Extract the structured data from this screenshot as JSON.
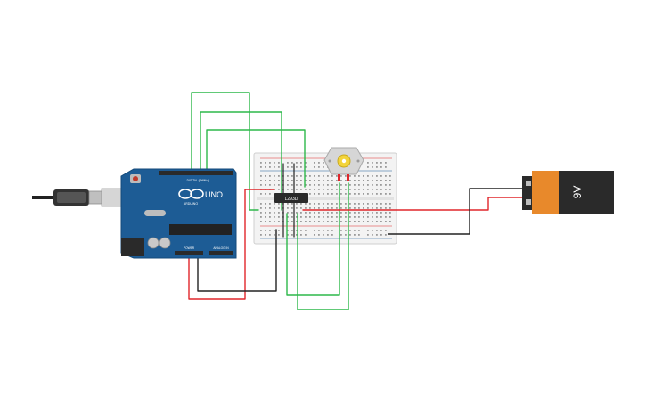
{
  "arduino": {
    "logo_text": "UNO",
    "brand_text": "ARDUINO",
    "power_label": "POWER",
    "analog_label": "ANALOG IN",
    "digital_label": "DIGITAL (PWM~)"
  },
  "chip": {
    "label": "L293D"
  },
  "battery": {
    "label": "9V"
  },
  "colors": {
    "board": "#1d5c95",
    "wire_green": "#2db84a",
    "wire_red": "#e0262b",
    "wire_black": "#222222",
    "battery_orange": "#e8892b",
    "battery_dark": "#2a2a2a",
    "motor": "#cfcfcf",
    "motor_hub": "#f3d43a",
    "breadboard": "#f2f2f2"
  },
  "icons": {
    "usb": "usb-cable-icon",
    "motor": "dc-motor-icon",
    "battery": "battery-9v-icon"
  }
}
